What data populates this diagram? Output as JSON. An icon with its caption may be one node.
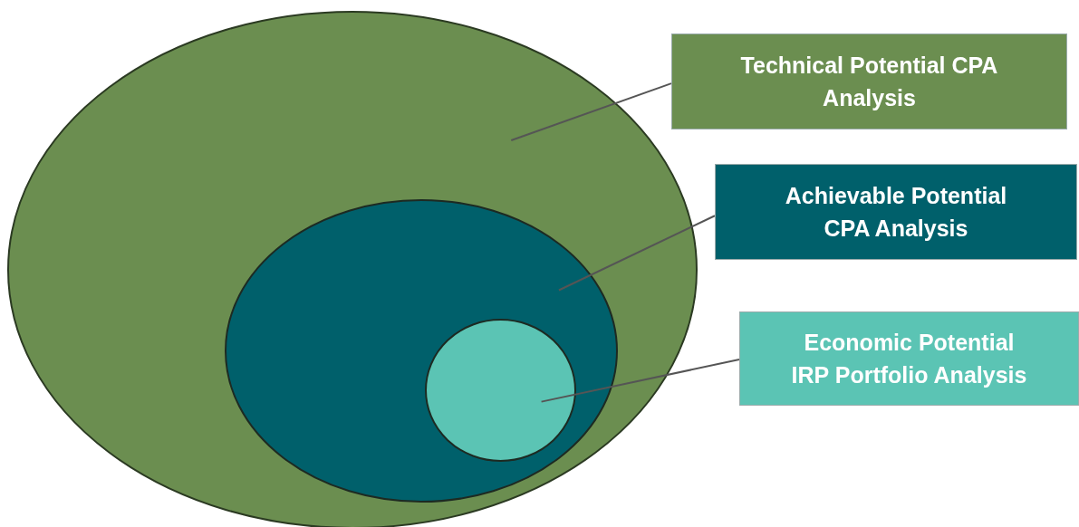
{
  "diagram": {
    "nodes": [
      {
        "text": [],
        "shape": "circle"
      },
      {
        "text": [],
        "shape": "circle",
        "in": 0
      },
      {
        "text": [],
        "shape": "circle",
        "in": 1
      },
      {
        "text": [
          "Technical Potential CPA Analysis"
        ]
      },
      {
        "text": [
          "Achievable Potential CPA Analysis"
        ]
      },
      {
        "text": [
          "Economic Potential IRP Portfolio Analysis"
        ]
      }
    ],
    "edges": [
      {
        "from": 3,
        "to": 0,
        "arrow": "none"
      },
      {
        "from": 4,
        "to": 1,
        "arrow": "none"
      },
      {
        "from": 5,
        "to": 2,
        "arrow": "none"
      }
    ]
  }
}
